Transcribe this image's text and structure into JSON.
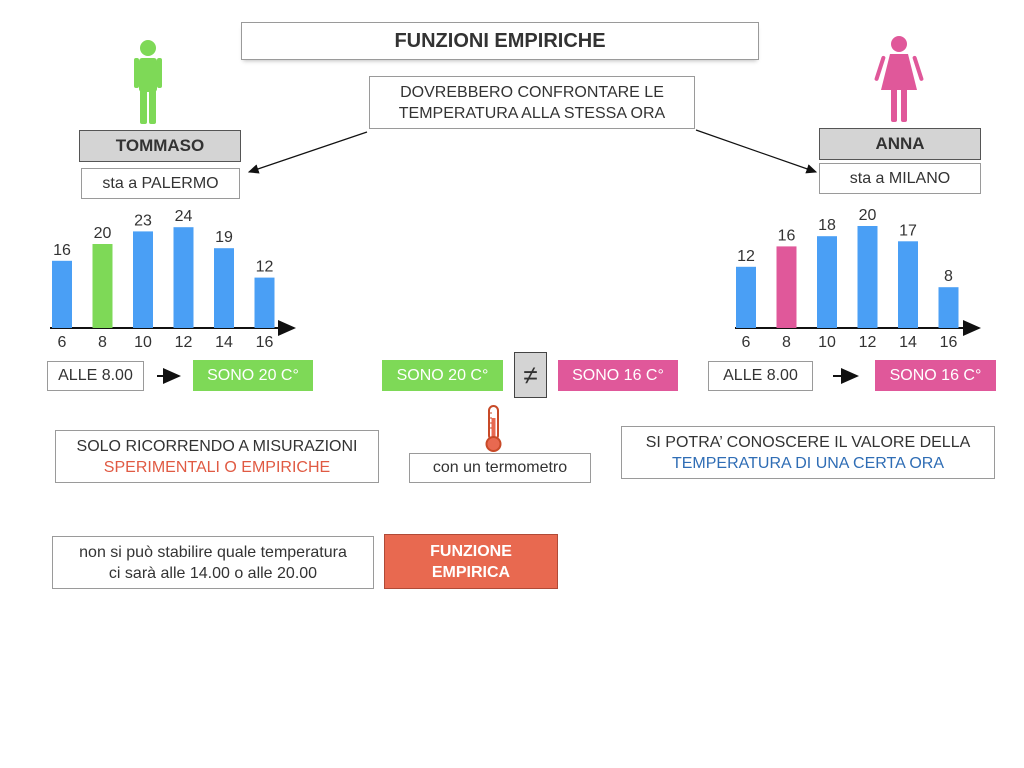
{
  "title": "FUNZIONI EMPIRICHE",
  "note_top": [
    "DOVREBBERO CONFRONTARE LE",
    "TEMPERATURA ALLA STESSA ORA"
  ],
  "left_person": {
    "name": "TOMMASO",
    "location": "sta a PALERMO",
    "icon": "male-person-icon",
    "color": "#7ed957"
  },
  "right_person": {
    "name": "ANNA",
    "location": "sta a MILANO",
    "icon": "female-person-icon",
    "color": "#e0589a"
  },
  "left_time": "ALLE 8.00",
  "left_result": "SONO 20 C°",
  "right_time": "ALLE 8.00",
  "right_result": "SONO 16 C°",
  "compare": {
    "left": "SONO 20 C°",
    "right": "SONO 16 C°",
    "symbol": "≠"
  },
  "thermometer_caption": "con un termometro",
  "left_note": {
    "line1": "SOLO RICORRENDO A MISURAZIONI",
    "line2": "SPERIMENTALI O EMPIRICHE"
  },
  "right_note": {
    "line1": "SI POTRA’ CONOSCERE IL VALORE DELLA",
    "line2": "TEMPERATURA DI UNA CERTA ORA"
  },
  "bottom_note": [
    "non si può stabilire quale temperatura",
    "ci sarà alle 14.00 o alle 20.00"
  ],
  "funzione_box": [
    "FUNZIONE",
    "EMPIRICA"
  ],
  "colors": {
    "bar": "#4a9ff5",
    "highlight_left": "#7ed957",
    "highlight_right": "#e0589a",
    "orange": "#e86950"
  },
  "chart_data": [
    {
      "type": "bar",
      "categories": [
        "6",
        "8",
        "10",
        "12",
        "14",
        "16"
      ],
      "values": [
        16,
        20,
        23,
        24,
        19,
        12
      ],
      "highlight_index": 1,
      "title": "",
      "xlabel": "",
      "ylabel": ""
    },
    {
      "type": "bar",
      "categories": [
        "6",
        "8",
        "10",
        "12",
        "14",
        "16"
      ],
      "values": [
        12,
        16,
        18,
        20,
        17,
        8
      ],
      "highlight_index": 1,
      "title": "",
      "xlabel": "",
      "ylabel": ""
    }
  ]
}
